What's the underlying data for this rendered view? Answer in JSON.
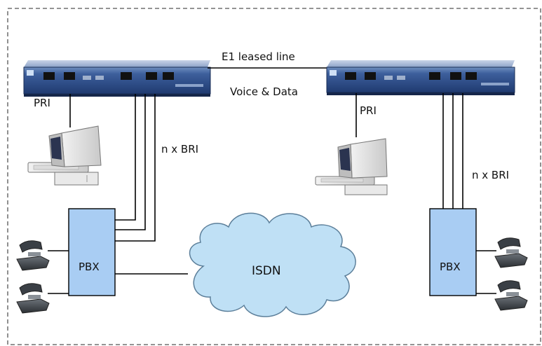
{
  "diagram": {
    "link": {
      "top_label": "E1 leased line",
      "bottom_label": "Voice & Data"
    },
    "left_site": {
      "pri_label": "PRI",
      "bri_label": "n x BRI",
      "pbx_label": "PBX"
    },
    "right_site": {
      "pri_label": "PRI",
      "bri_label": "n x BRI",
      "pbx_label": "PBX"
    },
    "cloud_label": "ISDN",
    "colors": {
      "router_body": "#2d4f8f",
      "pbx_fill": "#a9cdf3",
      "cloud_fill": "#bfe0f5",
      "cloud_stroke": "#5c7f9a",
      "border": "#555555"
    }
  }
}
